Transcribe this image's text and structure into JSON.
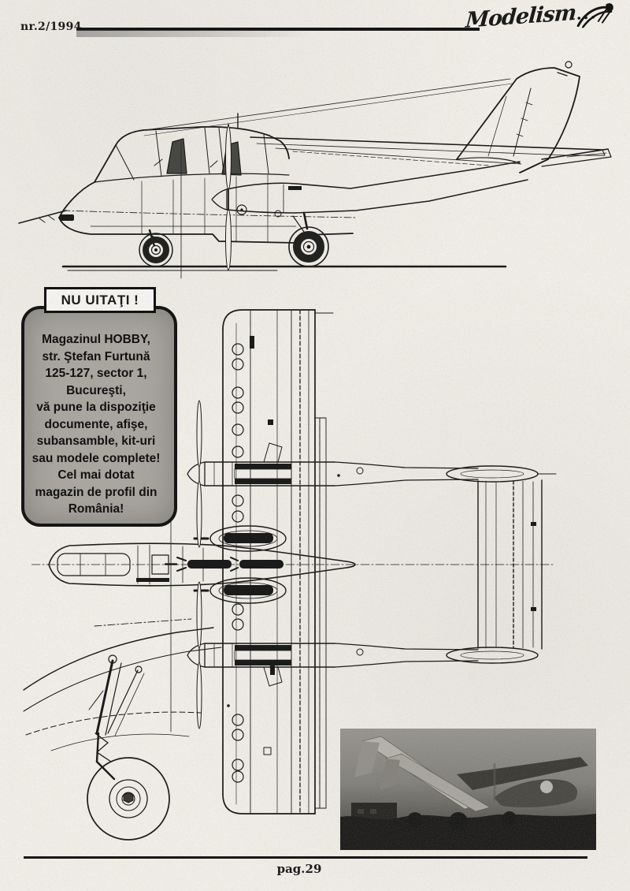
{
  "header": {
    "issue": "nr.2/1994",
    "magazine_logo": "Modelism",
    "logo_dots": "..."
  },
  "ad": {
    "title": "NU UITAŢI !",
    "lines": [
      "Magazinul HOBBY,",
      "str. Ştefan Furtună",
      "125-127, sector 1,",
      "Bucureşti,",
      "vă pune la dispoziţie",
      "documente, afişe,",
      "subansamble, kit-uri",
      "sau modele complete!",
      "Cel mai dotat",
      "magazin de profil din",
      "România!"
    ]
  },
  "footer": {
    "page_number": "pag.29"
  },
  "figures": {
    "side_view": "ov10-bronco-side-view-drawing",
    "top_view": "ov10-bronco-top-view-drawing",
    "gear_detail": "main-landing-gear-detail-drawing",
    "photo": "ov10-bronco-photograph"
  },
  "colors": {
    "paper": "#efece6",
    "ink": "#1b1b1b",
    "ad_panel": "#a9a6a0"
  }
}
